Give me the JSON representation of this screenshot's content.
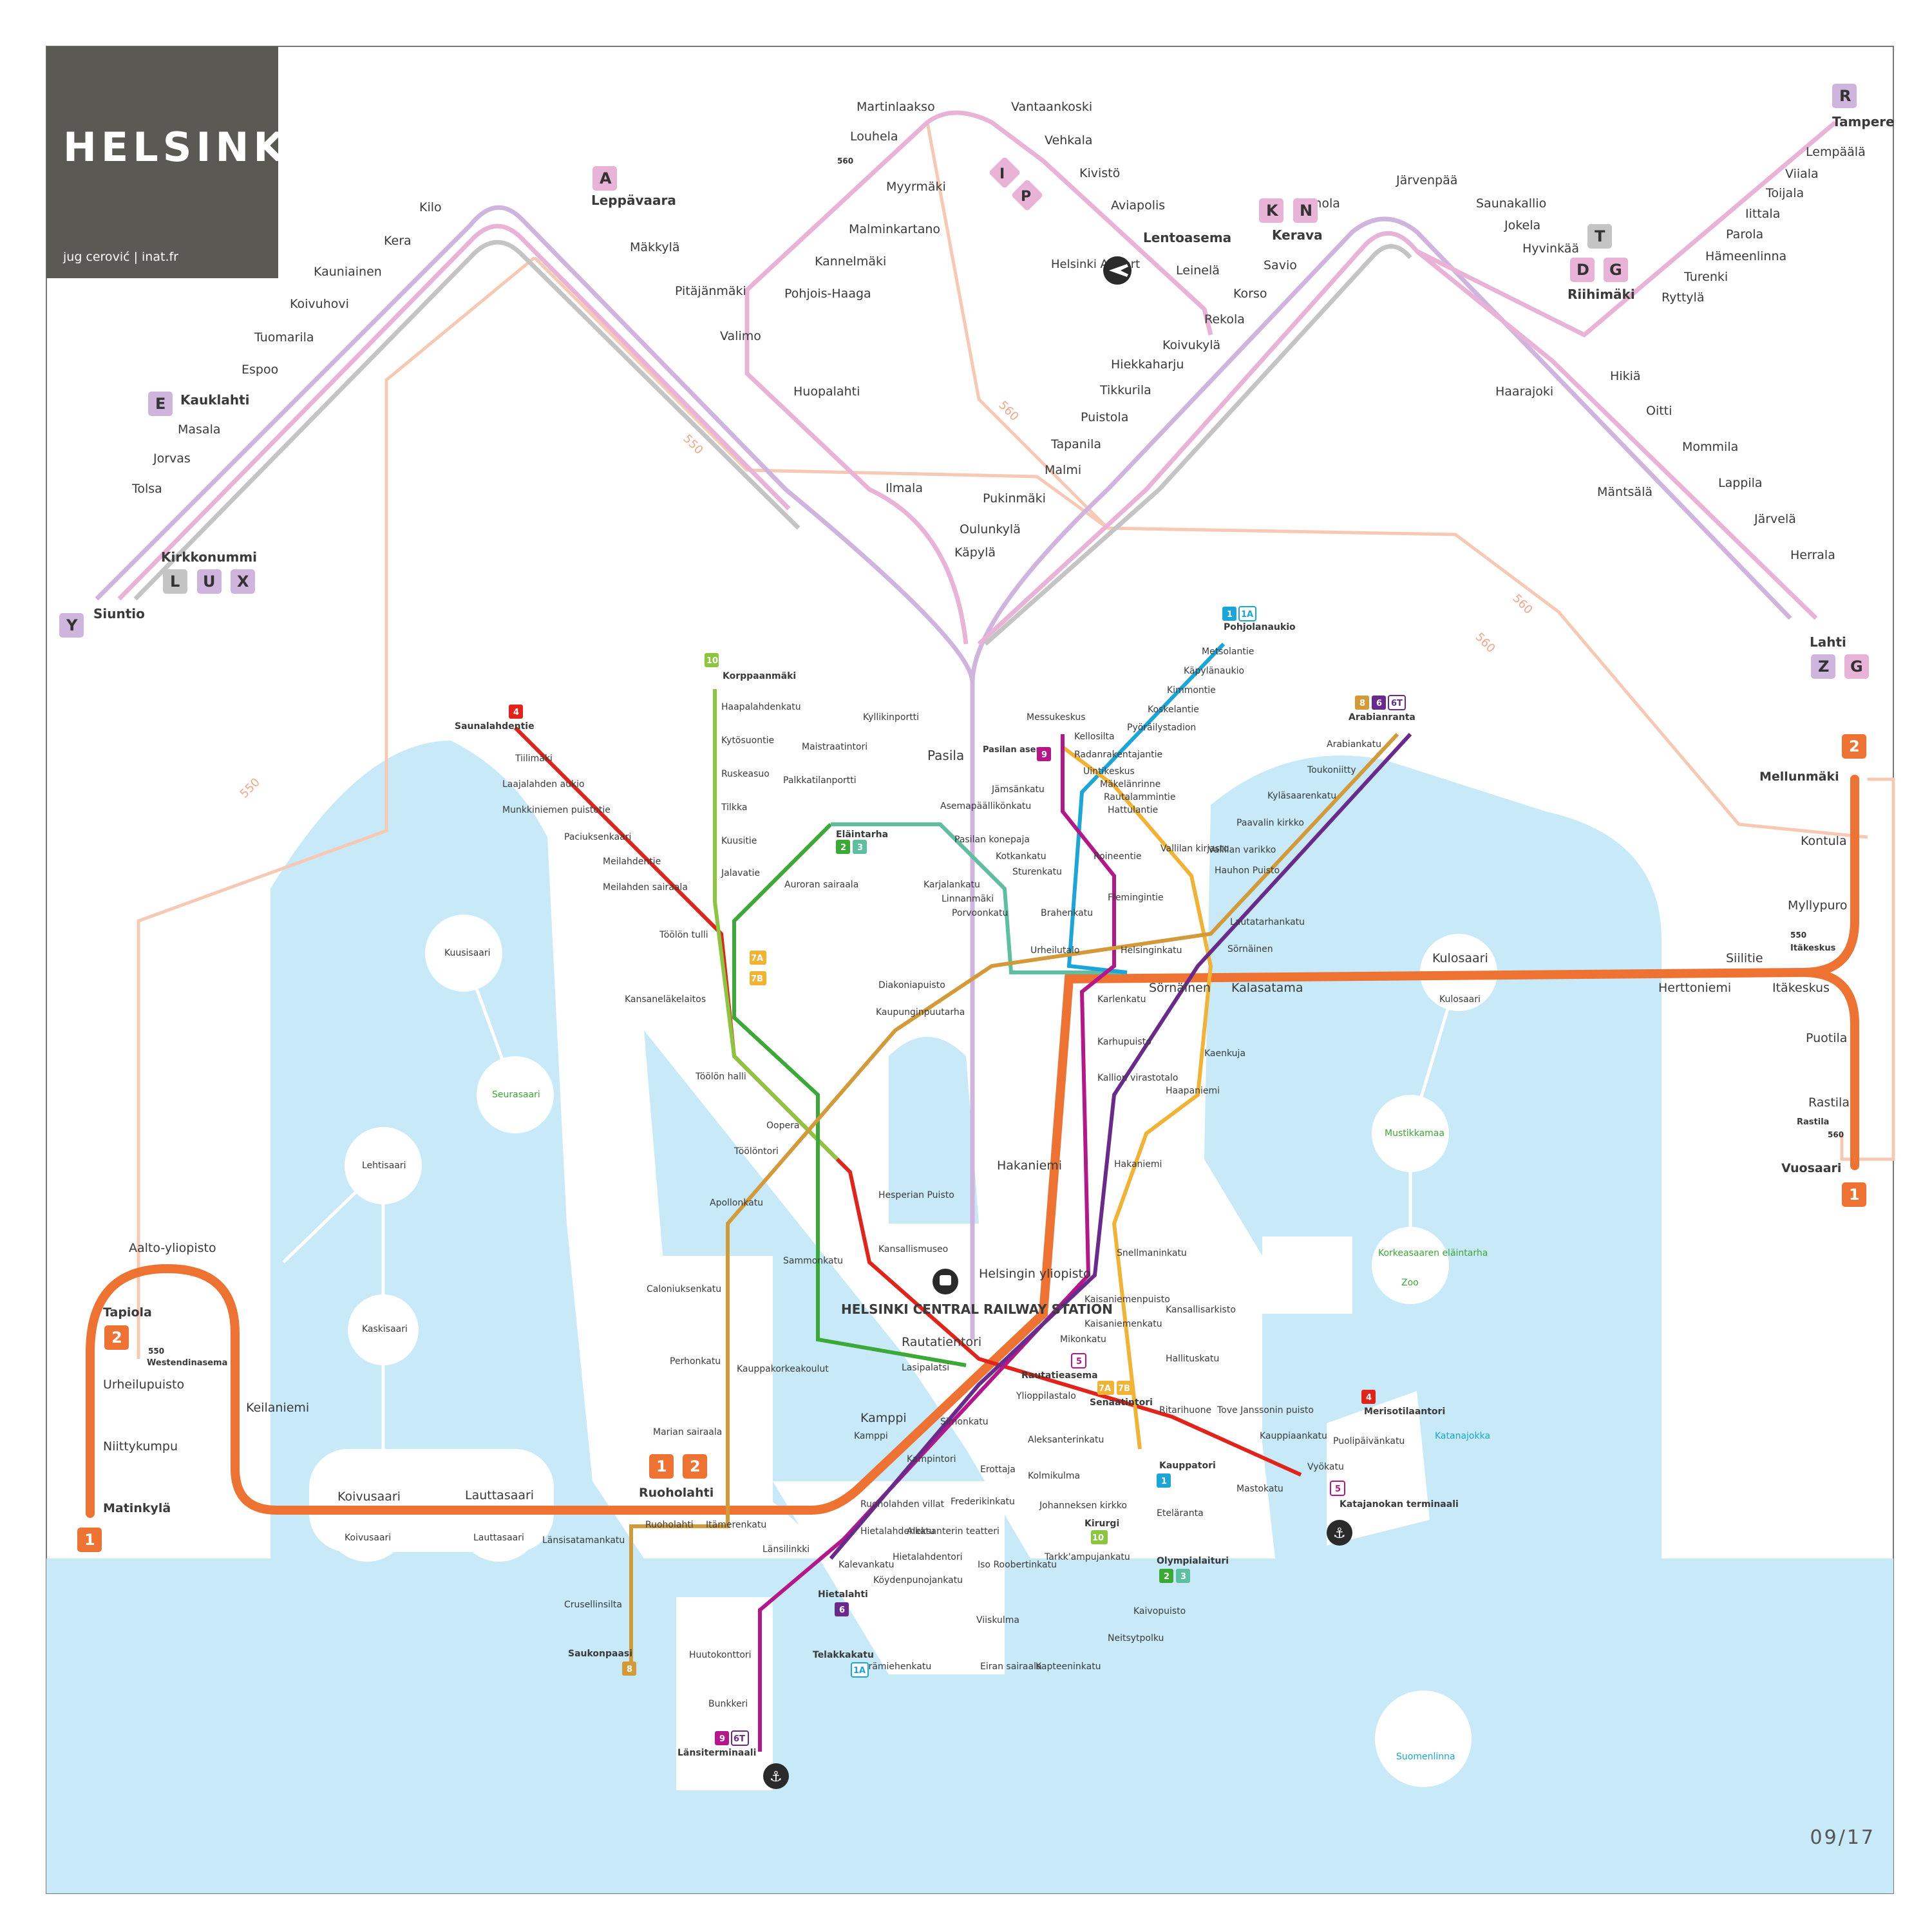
{
  "title": "HELSINKI",
  "credit": "jug cerović | inat.fr",
  "date": "09/17",
  "colors": {
    "water": "#c7e9f8",
    "land": "#ffffff",
    "commuter_pink": "#e9b3d8",
    "commuter_purple": "#cfb4de",
    "commuter_grey": "#c4c4c4",
    "metro": "#ee7232",
    "bus": "#f7c8b3",
    "tram_red": "#e2231a",
    "tram_green": "#3aa935",
    "tram_teal": "#5bbfa0",
    "tram_cyan": "#1aa6d9",
    "tram_yellow": "#f2b233",
    "tram_magenta": "#b5168a",
    "tram_purple": "#6a2a8c",
    "tram_ochre": "#d39a3a",
    "tram_lime": "#8cc63f"
  },
  "icons": {
    "airport": "airplane-icon",
    "railway": "train-icon",
    "ferry": "anchor-icon"
  },
  "badges": {
    "leppavaara": [
      "A"
    ],
    "kauklahti": [
      "E"
    ],
    "kirkkonummi": [
      "L",
      "U",
      "X"
    ],
    "siuntio": [
      "Y"
    ],
    "kerava": [
      "K",
      "N"
    ],
    "riihimaki_top": [
      "T"
    ],
    "riihimaki": [
      "D",
      "G"
    ],
    "tampere": [
      "R"
    ],
    "lahti": [
      "Z",
      "G"
    ],
    "airport_line": [
      "I",
      "P"
    ],
    "mellunmaki": [
      "2"
    ],
    "vuosaari": [
      "1"
    ],
    "tapiola": [
      "2"
    ],
    "matinkyla": [
      "1"
    ],
    "ruoholahti": [
      "1",
      "2"
    ]
  },
  "stations": {
    "commuter": [
      "Siuntio",
      "Kirkkonummi",
      "Tolsa",
      "Jorvas",
      "Masala",
      "Kauklahti",
      "Espoo",
      "Tuomarila",
      "Koivuhovi",
      "Kauniainen",
      "Kera",
      "Kilo",
      "Leppävaara",
      "Mäkkylä",
      "Pitäjänmäki",
      "Valimo",
      "Huopalahti",
      "Ilmala",
      "Pohjois-Haaga",
      "Kannelmäki",
      "Malminkartano",
      "Myyrmäki",
      "Louhela",
      "Martinlaakso",
      "Vantaankoski",
      "Vehkala",
      "Kivistö",
      "Aviapolis",
      "Lentoasema",
      "Helsinki Airport",
      "Leinelä",
      "Rekola",
      "Koivukylä",
      "Hiekkaharju",
      "Tikkurila",
      "Puistola",
      "Tapanila",
      "Malmi",
      "Pukinmäki",
      "Oulunkylä",
      "Käpylä",
      "Korso",
      "Savio",
      "Kerava",
      "Ainola",
      "Järvenpää",
      "Saunakallio",
      "Jokela",
      "Hyvinkää",
      "Riihimäki",
      "Ryttylä",
      "Turenki",
      "Hämeenlinna",
      "Parola",
      "Iittala",
      "Toijala",
      "Viiala",
      "Lempäälä",
      "Tampere",
      "Haarajoki",
      "Mäntsälä",
      "Hikiä",
      "Oitti",
      "Mommila",
      "Lappila",
      "Järvelä",
      "Herrala",
      "Lahti",
      "Pasila"
    ],
    "metro": [
      "Mellunmäki",
      "Kontula",
      "Myllypuro",
      "Itäkeskus",
      "Puotila",
      "Rastila",
      "Vuosaari",
      "Siilitie",
      "Herttoniemi",
      "Kulosaari",
      "Kalasatama",
      "Sörnäinen",
      "Hakaniemi",
      "Helsingin yliopisto",
      "Rautatientori",
      "Kamppi",
      "Ruoholahti",
      "Lauttasaari",
      "Koivusaari",
      "Keilaniemi",
      "Aalto-yliopisto",
      "Tapiola",
      "Urheilupuisto",
      "Niittykumpu",
      "Matinkylä"
    ],
    "tram_bold": [
      "Korppaanmäki",
      "Saunalahdentie",
      "Eläintarha",
      "Pasilan asema",
      "Pohjolanaukio",
      "Arabianranta",
      "Rautatieasema",
      "Senaatintori",
      "Merisotilaantori",
      "Katajanokan terminaali",
      "Kauppatori",
      "Kirurgi",
      "Olympialaituri",
      "Hietalahti",
      "Telakkakatu",
      "Saukonpaasi",
      "Länsiterminaali",
      "HELSINKI CENTRAL RAILWAY STATION",
      "Westendinasema",
      "Itäkeskus",
      "Rastila"
    ],
    "tram": [
      "Haapalahdenkatu",
      "Kytösuontie",
      "Ruskeasuo",
      "Tilkka",
      "Kuusitie",
      "Jalavatie",
      "Töölön tulli",
      "Kansaneläkelaitos",
      "Töölön halli",
      "Oopera",
      "Töölöntori",
      "Apollonkatu",
      "Sammonkatu",
      "Caloniuksenkatu",
      "Perhonkatu",
      "Kauppakorkeakoulut",
      "Marian sairaala",
      "Länsisatamankatu",
      "Crusellinsilta",
      "Tiilimäki",
      "Laajalahden aukio",
      "Munkkiniemen puistotie",
      "Paciuksenkaari",
      "Meilahdentie",
      "Meilahden sairaala",
      "Kyllikinportti",
      "Maistraatintori",
      "Palkkatilanportti",
      "Auroran sairaala",
      "Messukeskus",
      "Kellosilta",
      "Radanrakentajantie",
      "Uintikeskus",
      "Mäkelänrinne",
      "Rautalammintie",
      "Hattulantie",
      "Jämsänkatu",
      "Asemapäällikönkatu",
      "Pasilan konepaja",
      "Kotkankatu",
      "Sturenkatu",
      "Roineentie",
      "Flemingintie",
      "Karjalankatu",
      "Linnanmäki",
      "Porvoonkatu",
      "Brahenkatu",
      "Urheilutalo",
      "Helsinginkatu",
      "Diakoniapuisto",
      "Kaupunginpuutarha",
      "Karlenkatu",
      "Karhupuisto",
      "Kallion virastotalo",
      "Hakaniemi",
      "Metsolantie",
      "Käpylänaukio",
      "Kimmontie",
      "Koskelantie",
      "Pyöräilystadion",
      "Arabiankatu",
      "Toukoniitty",
      "Kyläsaarenkatu",
      "Paavalin kirkko",
      "Vallilan varikko",
      "Hauhon Puisto",
      "Vallilan kirjasto",
      "Lautatarhankatu",
      "Sörnäinen",
      "Kaenkuja",
      "Haapaniemi",
      "Hesperian Puisto",
      "Kansallismuseo",
      "Snellmaninkatu",
      "Kaisaniemenpuisto",
      "Kaisaniemenkatu",
      "Kansallisarkisto",
      "Mikonkatu",
      "Hallituskatu",
      "Lasipalatsi",
      "Ylioppilastalo",
      "Ritarihuone",
      "Tove Janssonin puisto",
      "Kauppiaankatu",
      "Puolipäivänkatu",
      "Vyökatu",
      "Mastokatu",
      "Simonkatu",
      "Kamppi",
      "Kampintori",
      "Aleksanterinkatu",
      "Erottaja",
      "Kolmikulma",
      "Johanneksen kirkko",
      "Eteläranta",
      "Frederikinkatu",
      "Aleksanterin teatteri",
      "Ruoholahden villat",
      "Hietalahdenkatu",
      "Hietalahdentori",
      "Länsilinkki",
      "Kalevankatu",
      "Köydenpunojankatu",
      "Iso Roobertinkatu",
      "Tarkk'ampujankatu",
      "Kaivopuisto",
      "Neitsytpolku",
      "Viiskulma",
      "Perämiehenkatu",
      "Eiran sairaala",
      "Kapteeninkatu",
      "Huutokonttori",
      "Bunkkeri",
      "Ruoholahti",
      "Itämerenkatu",
      "Katanajokka"
    ],
    "islands": [
      "Kuusisaari",
      "Seurasaari",
      "Lehtisaari",
      "Kaskisaari",
      "Koivusaari",
      "Lauttasaari",
      "Kulosaari",
      "Mustikkamaa",
      "Korkeasaaren eläintarha",
      "Zoo",
      "Suomenlinna"
    ]
  },
  "bus_routes": [
    "550",
    "560",
    "550",
    "560",
    "550",
    "560",
    "550",
    "560"
  ],
  "tram_badges": {
    "korppaanmaki": [
      "10"
    ],
    "saunalahdentie": [
      "4"
    ],
    "elaintarha": [
      "2",
      "3"
    ],
    "pasila": [
      "9"
    ],
    "pohjolanaukio": [
      "1",
      "1A"
    ],
    "arabianranta": [
      "8",
      "6",
      "6T"
    ],
    "toolontulli": [
      "7A",
      "7B"
    ],
    "rautatieasema": [
      "5"
    ],
    "senaatintori": [
      "7A",
      "7B"
    ],
    "merisotilaantori": [
      "4"
    ],
    "katajanokka": [
      "5"
    ],
    "kauppatori": [
      "1"
    ],
    "kirurgi": [
      "10"
    ],
    "olympialaituri": [
      "2",
      "3"
    ],
    "hietalahti": [
      "6"
    ],
    "telakkakatu": [
      "1A"
    ],
    "saukonpaasi": [
      "8"
    ],
    "lansiterminaali": [
      "9",
      "6T"
    ]
  }
}
